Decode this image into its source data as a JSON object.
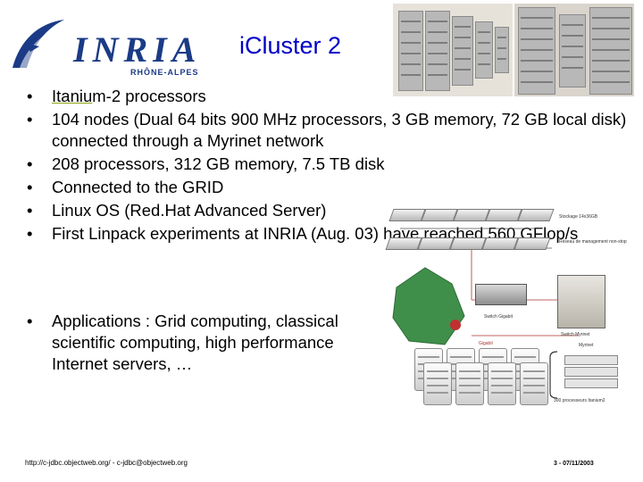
{
  "logo": {
    "name": "INRIA",
    "subtitle": "RHÔNE-ALPES"
  },
  "title": "iCluster 2",
  "bullets": [
    {
      "highlight": "Itaniu",
      "rest": "m-2 processors"
    },
    {
      "text": "104 nodes (Dual 64 bits 900 MHz processors, 3 GB memory, 72 GB local disk) connected through a Myrinet network"
    },
    {
      "text": "208 processors, 312 GB memory, 7.5 TB disk"
    },
    {
      "text": "Connected to the GRID"
    },
    {
      "text": "Linux OS (Red.Hat Advanced Server)"
    },
    {
      "text": "First Linpack experiments at INRIA (Aug. 03) have reached 560 GFlop/s"
    }
  ],
  "bullets2": [
    {
      "text": "Applications : Grid computing, classical scientific computing, high performance Internet servers, …"
    }
  ],
  "diagram": {
    "labels": [
      "Stockage 14x36GB",
      "Réseau de management non-stop",
      "Switch Gigabit",
      "Switch Myrinet",
      "Myrinet",
      "Gigabit",
      "300 processeurs Itanium2"
    ]
  },
  "footer": {
    "left": "http://c-jdbc.objectweb.org/ - c-jdbc@objectweb.org",
    "right": "3 - 07/11/2003"
  },
  "colors": {
    "title": "#0000c8",
    "logo": "#1b3b86",
    "highlight_underline": "#8fa10f"
  }
}
